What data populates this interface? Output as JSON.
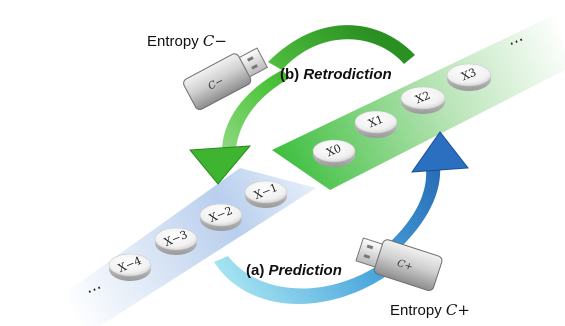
{
  "entropy_minus": {
    "prefix": "Entropy",
    "symbol": "C−"
  },
  "entropy_plus": {
    "prefix": "Entropy",
    "symbol": "C+"
  },
  "retrodiction": {
    "tag": "(b)",
    "word": "Retrodiction"
  },
  "prediction": {
    "tag": "(a)",
    "word": "Prediction"
  },
  "stone_labels": {
    "x_minus_4": "X−4",
    "x_minus_3": "X−3",
    "x_minus_2": "X−2",
    "x_minus_1": "X−1",
    "x_0": "X0",
    "x_1": "X1",
    "x_2": "X2",
    "x_3": "X3"
  },
  "usb_minus_label": "C−",
  "usb_plus_label": "C+",
  "ellipsis": "···",
  "colors": {
    "green_band": "#4fc24f",
    "blue_band": "#8fb2de",
    "green_arrow": "#3aae2a",
    "blue_arrow": "#3a86d0"
  }
}
